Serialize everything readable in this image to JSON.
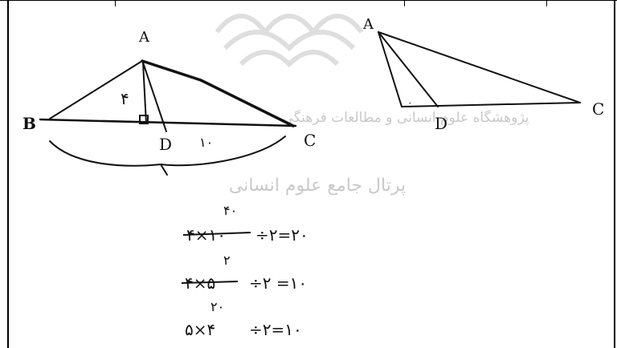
{
  "watermark": {
    "line1": "پژوهشگاه علوم انسانی و مطالعات فرهنگی",
    "line2": "پرتال جامع علوم انسانی"
  },
  "left_figure": {
    "vertex_top": "A",
    "vertex_left": "B",
    "vertex_right": "C",
    "foot_label": "D",
    "height_label": "۴",
    "base_label": "۱۰"
  },
  "right_figure": {
    "vertex_top": "A",
    "vertex_right": "C",
    "foot_label": "D",
    "angle_label": "۰"
  },
  "work": {
    "note1": "۴۰",
    "line1_struck": "۴×۱۰",
    "line1_rest": "÷۲=۲۰",
    "note2": "۲",
    "line2_struck": "۴×۵",
    "line2_rest": "÷۲ =۱۰",
    "note3": "۲۰",
    "line3_lhs": "۵×۴",
    "line3_rest": "÷۲=۱۰"
  },
  "colors": {
    "ink": "#111111",
    "watermark": "#c9c9c9"
  }
}
